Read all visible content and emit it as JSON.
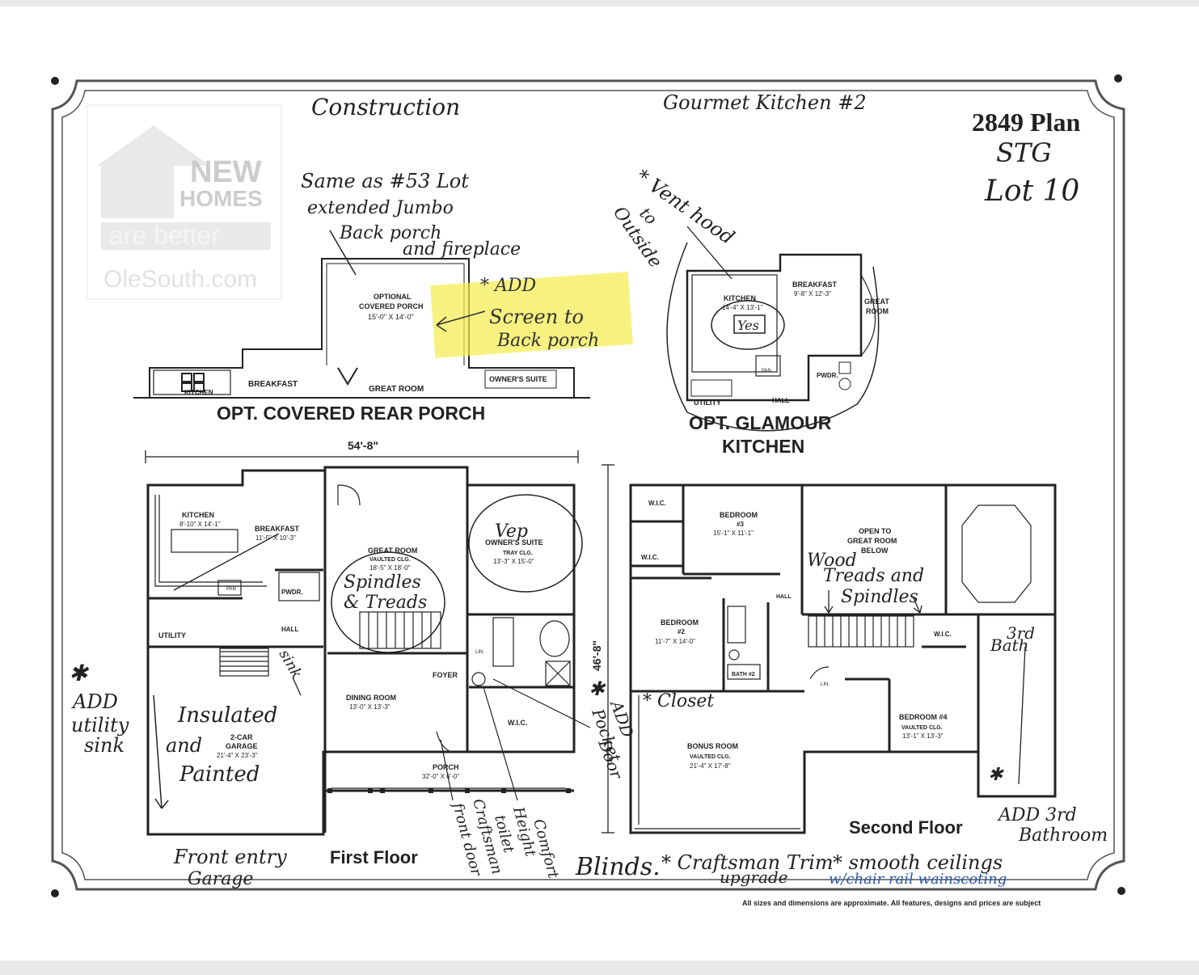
{
  "header": {
    "plan_number": "2849 Plan",
    "plan_code": "STG",
    "lot": "Lot 10",
    "note_construction": "Construction",
    "note_gourmet": "Gourmet Kitchen #2"
  },
  "watermark": {
    "line1": "NEW",
    "line2": "HOMES",
    "line3": "are better",
    "site": "OleSouth.com"
  },
  "rear_porch": {
    "title": "OPT. COVERED REAR PORCH",
    "porch_name": "OPTIONAL",
    "porch_name2": "COVERED PORCH",
    "porch_size": "15'-0\" X 14'-0\"",
    "breakfast": "BREAKFAST",
    "kitchen": "KITCHEN",
    "great_room": "GREAT ROOM",
    "owners_suite": "OWNER'S SUITE",
    "note_same": "Same as #53 Lot",
    "note_extended": "extended Jumbo",
    "note_backporch": "Back porch",
    "note_fireplace": "and fireplace",
    "note_add": "* ADD",
    "note_screen": "Screen to",
    "note_screen2": "Back porch"
  },
  "glamour": {
    "title1": "OPT. GLAMOUR",
    "title2": "KITCHEN",
    "kitchen": "KITCHEN",
    "kitchen_size": "14'-4\" X 13'-1\"",
    "yes": "Yes",
    "breakfast": "BREAKFAST",
    "breakfast_size": "9'-8\" X 12'-3\"",
    "great_room": "GREAT",
    "great_room2": "ROOM",
    "utility": "UTILITY",
    "hall": "HALL",
    "pwdr": "PWDR.",
    "pan": "PAN",
    "note_vent": "* Vent hood",
    "note_to": "to",
    "note_outside": "Outside"
  },
  "first_floor": {
    "title": "First Floor",
    "width_dim": "54'-8\"",
    "depth_dim": "46'-8\"",
    "kitchen": "KITCHEN",
    "kitchen_size": "8'-10\" X 14'-1\"",
    "breakfast": "BREAKFAST",
    "breakfast_size": "11'-5\" X 10'-3\"",
    "great_room": "GREAT ROOM",
    "great_room_clg": "VAULTED CLG.",
    "great_room_size": "18'-5\" X 18'-0\"",
    "owners_suite": "OWNER'S SUITE",
    "owners_clg": "TRAY CLG.",
    "owners_size": "13'-3\" X 15'-0\"",
    "pan": "PAN",
    "pwdr": "PWDR.",
    "hall": "HALL",
    "utility": "UTILITY",
    "linen": "LIN.",
    "foyer": "FOYER",
    "dining": "DINING ROOM",
    "dining_size": "13'-0\" X 13'-3\"",
    "wic": "W.I.C.",
    "garage": "2-CAR",
    "garage2": "GARAGE",
    "garage_size": "21'-4\" X 23'-3\"",
    "porch": "PORCH",
    "porch_size": "32'-0\" X 6'-0\"",
    "note_vep": "Vep",
    "note_spindles": "Spindles",
    "note_treads": "& Treads",
    "note_add": "ADD",
    "note_utility": "utility",
    "note_sink": "sink",
    "note_insulated": "Insulated",
    "note_and": "and",
    "note_painted": "Painted",
    "note_sink_small": "sink",
    "note_pocket_add": "ADD",
    "note_pocket": "Pocket",
    "note_door": "Door",
    "note_front_entry": "Front entry",
    "note_garage": "Garage",
    "note_craftsman_door": "Craftsman",
    "note_front_door": "front door",
    "note_comfort": "Comfort",
    "note_height": "Height",
    "note_toilet": "toilet"
  },
  "second_floor": {
    "title": "Second Floor",
    "wic_a": "W.I.C.",
    "wic_b": "W.I.C.",
    "wic_c": "W.I.C.",
    "bedroom3": "BEDROOM",
    "bedroom3_num": "#3",
    "bedroom3_size": "15'-1\" X 11'-1\"",
    "open_to": "OPEN TO",
    "open_to2": "GREAT ROOM",
    "open_to3": "BELOW",
    "hall": "HALL",
    "bedroom2": "BEDROOM",
    "bedroom2_num": "#2",
    "bedroom2_size": "11'-7\" X 14'-0\"",
    "bath": "BATH #2",
    "linen": "LIN.",
    "bedroom4": "BEDROOM #4",
    "bedroom4_clg": "VAULTED CLG.",
    "bedroom4_size": "13'-1\" X 13'-3\"",
    "bonus": "BONUS ROOM",
    "bonus_clg": "VAULTED CLG.",
    "bonus_size": "21'-4\" X 17'-8\"",
    "note_wood": "Wood",
    "note_treads": "Treads and",
    "note_spindles": "Spindles",
    "note_3rd": "3rd",
    "note_bath": "Bath",
    "note_closet": "* Closet",
    "note_add3": "ADD 3rd",
    "note_bathroom": "Bathroom"
  },
  "footer": {
    "note_blinds": "Blinds.",
    "note_craftsman": "* Craftsman Trim",
    "note_upgrade": "upgrade",
    "note_smooth": "* smooth ceilings",
    "note_chairrail": "w/chair rail wainscoting",
    "disclaimer": "All sizes and dimensions are approximate. All features, designs and prices are subject"
  },
  "colors": {
    "paper": "#ffffff",
    "ink": "#222222",
    "blue_ink": "#2b5aa8",
    "highlight": "#f3ec4a"
  }
}
